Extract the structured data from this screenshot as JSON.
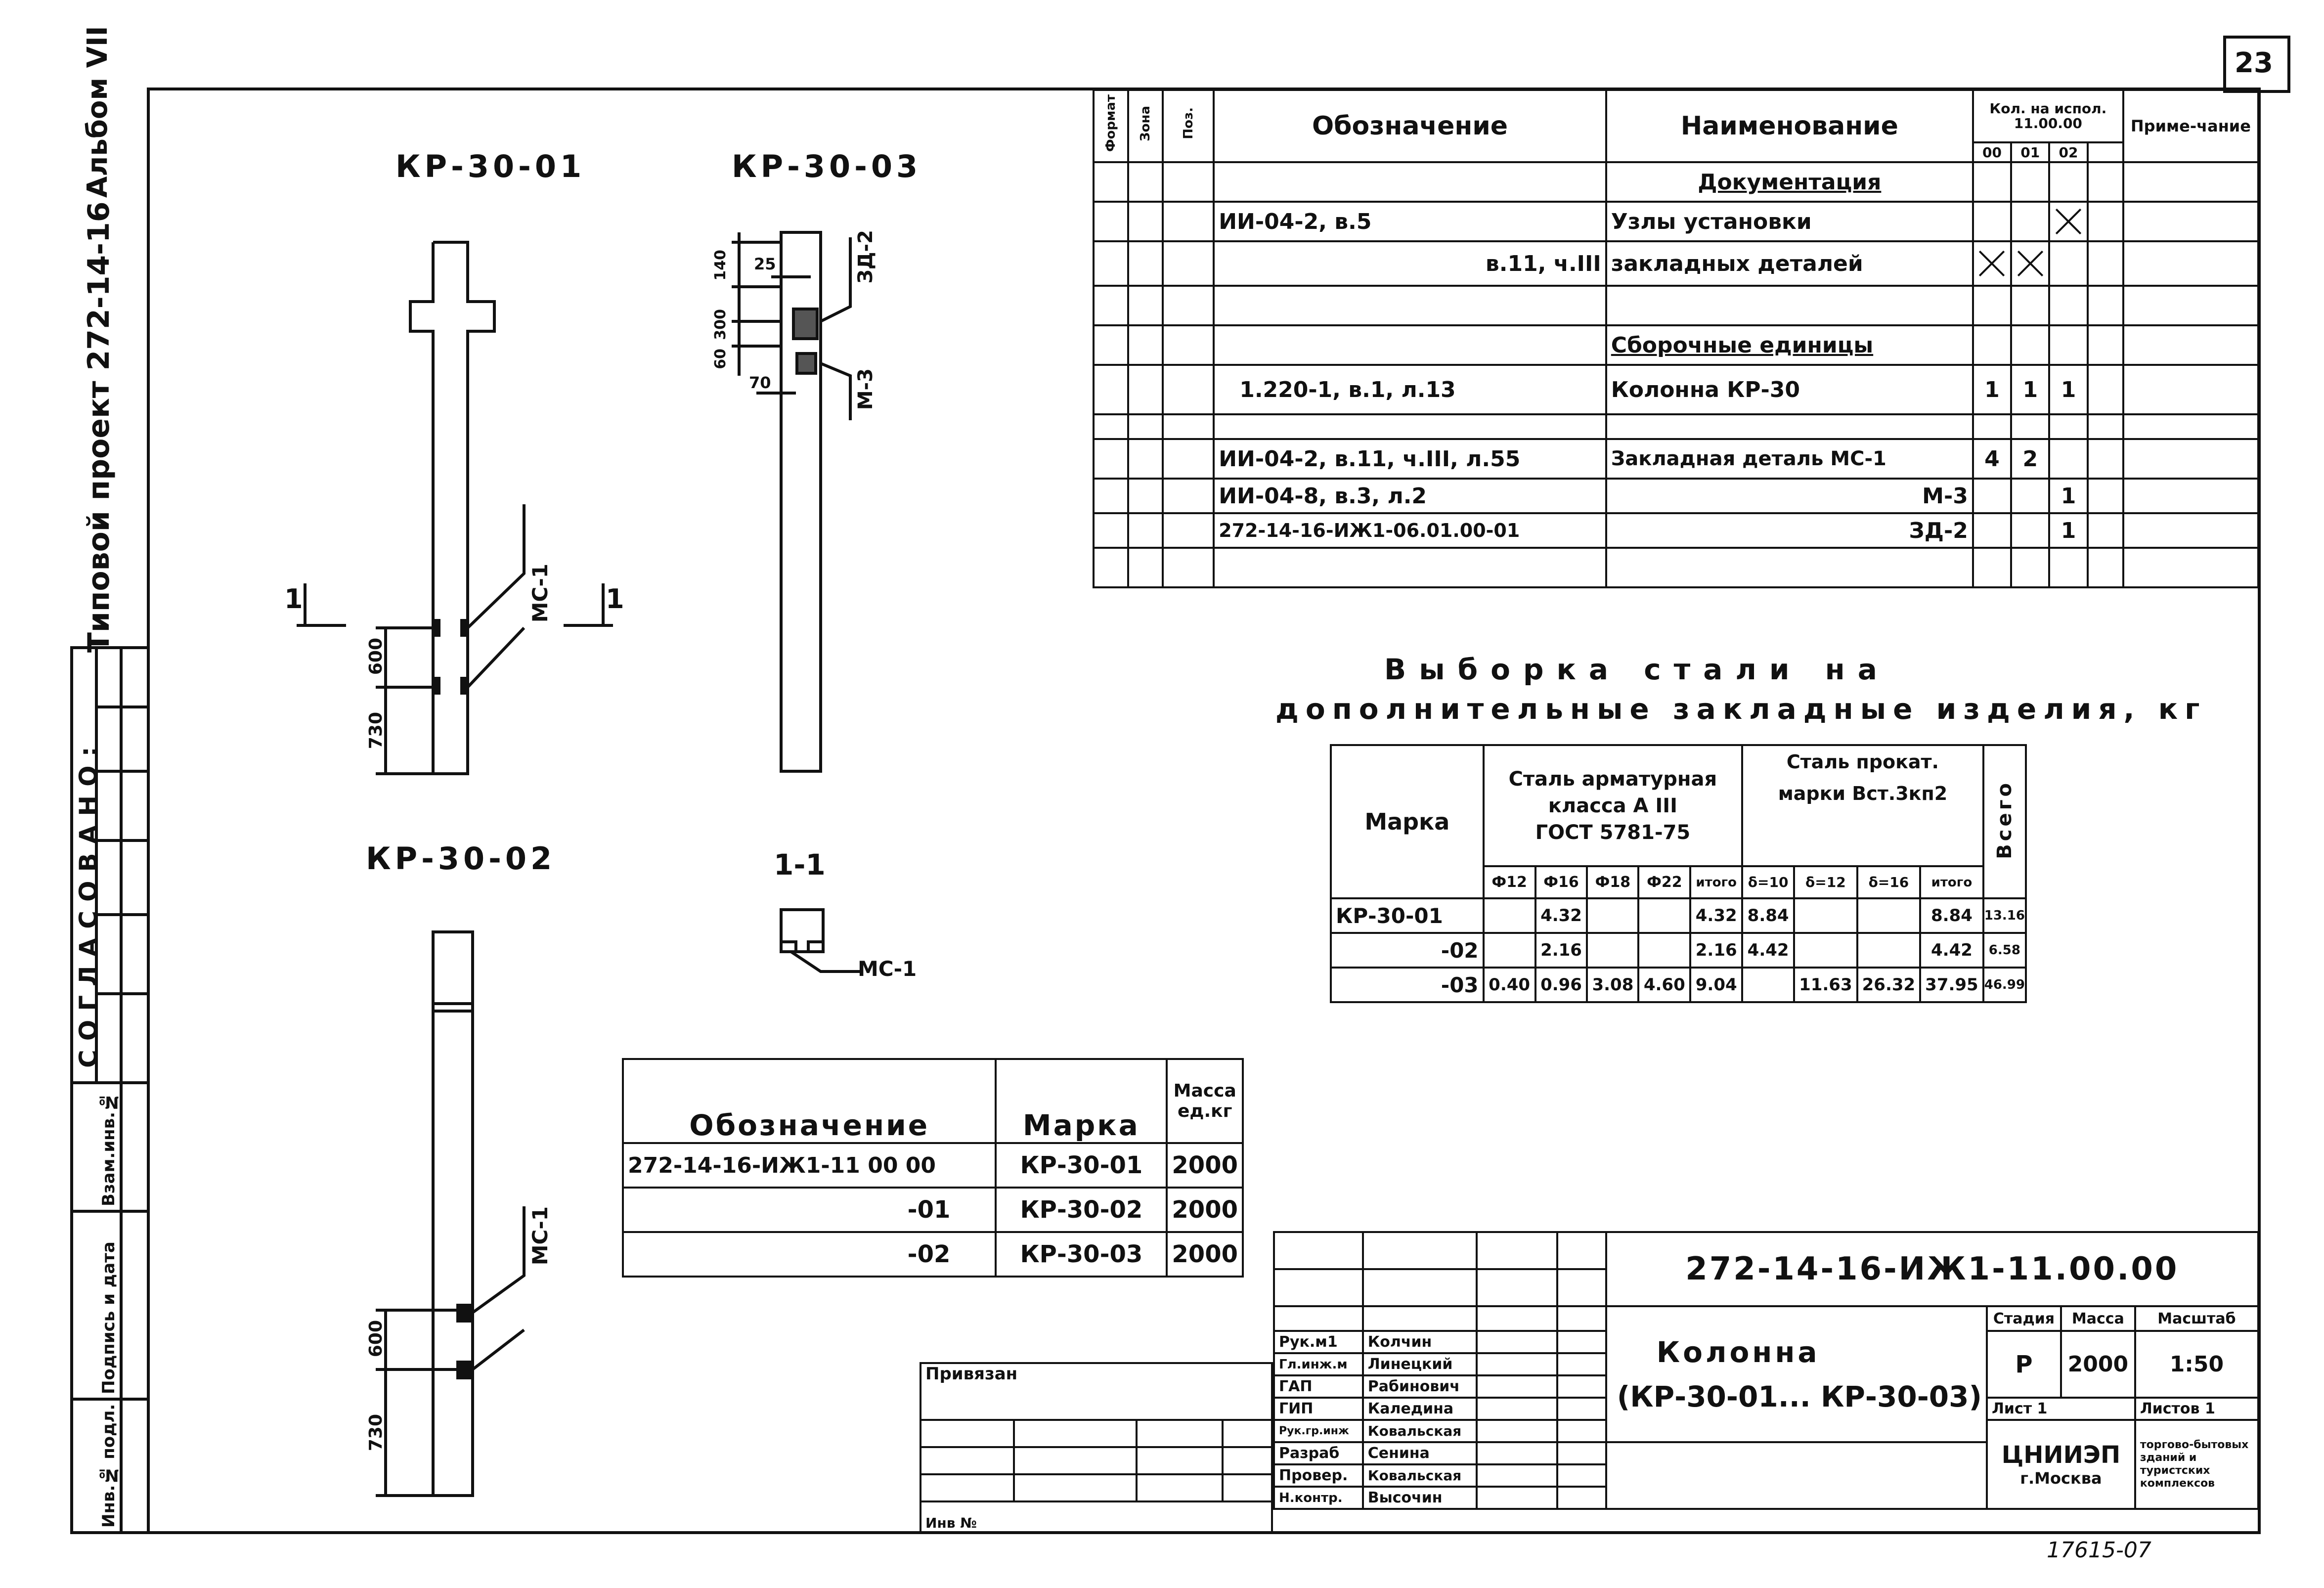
{
  "sheet_number": "23",
  "album_label": "Альбом VII",
  "project_label": "Типовой проект 272-14-16",
  "stamp_left": {
    "agreed": "СОГЛАСОВАНО:",
    "inv_podl": "Инв.№ подл.",
    "sign_date": "Подпись и дата",
    "vzam_inv": "Взам.инв.№"
  },
  "views": {
    "v1": "КР-30-01",
    "v3": "КР-30-03",
    "v2": "КР-30-02",
    "section": "1-1",
    "sec_mark_left": "1",
    "sec_mark_right": "1",
    "mc1_a": "МС-1",
    "mc1_b": "МС-1",
    "mc1_c": "МС-1",
    "zd2": "ЗД-2",
    "m3": "М-3",
    "dim_600_a": "600",
    "dim_730_a": "730",
    "dim_600_b": "600",
    "dim_730_b": "730",
    "dim_25": "25",
    "dim_140": "140",
    "dim_60": "60",
    "dim_300": "300",
    "dim_70": "70"
  },
  "spec": {
    "h_format": "Формат",
    "h_zone": "Зона",
    "h_pos": "Поз.",
    "h_designation": "Обозначение",
    "h_name": "Наименование",
    "h_qty": "Кол. на испол.",
    "h_qty_sub": "11.00.00",
    "h_00": "00",
    "h_01": "01",
    "h_02": "02",
    "h_note": "Приме-чание",
    "rows": [
      {
        "des": "",
        "name": "Документация",
        "q0": "",
        "q1": "",
        "q2": ""
      },
      {
        "des": "ИИ-04-2, в.5",
        "name": "Узлы установки",
        "q0": "",
        "q1": "",
        "q2": "X"
      },
      {
        "des": "в.11, ч.III",
        "name": "закладных деталей",
        "q0": "X",
        "q1": "X",
        "q2": ""
      },
      {
        "des": "",
        "name": "",
        "q0": "",
        "q1": "",
        "q2": ""
      },
      {
        "des": "",
        "name": "Сборочные единицы",
        "q0": "",
        "q1": "",
        "q2": ""
      },
      {
        "des": "1.220-1, в.1, л.13",
        "name": "Колонна КР-30",
        "q0": "1",
        "q1": "1",
        "q2": "1"
      },
      {
        "des": "",
        "name": "",
        "q0": "",
        "q1": "",
        "q2": ""
      },
      {
        "des": "ИИ-04-2, в.11, ч.III, л.55",
        "name": "Закладная деталь МС-1",
        "q0": "4",
        "q1": "2",
        "q2": ""
      },
      {
        "des": "ИИ-04-8, в.3, л.2",
        "name": "М-3",
        "q0": "",
        "q1": "",
        "q2": "1"
      },
      {
        "des": "272-14-16-ИЖ1-06.01.00-01",
        "name": "ЗД-2",
        "q0": "",
        "q1": "",
        "q2": "1"
      },
      {
        "des": "",
        "name": "",
        "q0": "",
        "q1": "",
        "q2": ""
      }
    ]
  },
  "steel": {
    "title1": "Выборка стали на",
    "title2": "дополнительные закладные изделия, кг",
    "h_mark": "Марка",
    "h_rebar_1": "Сталь арматурная",
    "h_rebar_2": "класса А III",
    "h_rebar_3": "ГОСТ 5781-75",
    "h_rolled_1": "Сталь прокат.",
    "h_rolled_2": "марки Вст.3кп2",
    "h_total": "Всего",
    "sub": [
      "Ф12",
      "Ф16",
      "Ф18",
      "Ф22",
      "итого",
      "δ=10",
      "δ=12",
      "δ=16",
      "итого"
    ],
    "rows": [
      {
        "mark": "КР-30-01",
        "v": [
          "",
          "4.32",
          "",
          "",
          "4.32",
          "8.84",
          "",
          "",
          "8.84",
          "13.16"
        ]
      },
      {
        "mark": "-02",
        "v": [
          "",
          "2.16",
          "",
          "",
          "2.16",
          "4.42",
          "",
          "",
          "4.42",
          "6.58"
        ]
      },
      {
        "mark": "-03",
        "v": [
          "0.40",
          "0.96",
          "3.08",
          "4.60",
          "9.04",
          "",
          "11.63",
          "26.32",
          "37.95",
          "46.99"
        ]
      }
    ]
  },
  "marks": {
    "h_designation": "Обозначение",
    "h_mark": "Марка",
    "h_mass": "Масса ед.кг",
    "rows": [
      {
        "des": "272-14-16-ИЖ1-11 00 00",
        "mark": "КР-30-01",
        "mass": "2000"
      },
      {
        "des": "-01",
        "mark": "КР-30-02",
        "mass": "2000"
      },
      {
        "des": "-02",
        "mark": "КР-30-03",
        "mass": "2000"
      }
    ]
  },
  "title_block": {
    "doc_code": "272-14-16-ИЖ1-11.00.00",
    "name_1": "Колонна",
    "name_2": "(КР-30-01... КР-30-03)",
    "privyazan": "Привязан",
    "inv_no": "Инв №",
    "people": [
      {
        "role": "Рук.м1",
        "name": "Колчин"
      },
      {
        "role": "Гл.инж.м",
        "name": "Линецкий"
      },
      {
        "role": "ГАП",
        "name": "Рабинович"
      },
      {
        "role": "ГИП",
        "name": "Каледина"
      },
      {
        "role": "Рук.гр.инж",
        "name": "Ковальская"
      },
      {
        "role": "Разраб",
        "name": "Сенина"
      },
      {
        "role": "Провер.",
        "name": "Ковальская"
      },
      {
        "role": "Н.контр.",
        "name": "Высочин"
      }
    ],
    "h_stage": "Стадия",
    "h_mass": "Масса",
    "h_scale": "Масштаб",
    "stage": "Р",
    "mass": "2000",
    "scale": "1:50",
    "sheet": "Лист 1",
    "sheets": "Листов 1",
    "org": "ЦНИИЭП",
    "city": "г.Москва",
    "org_note": "торгово-бытовых зданий и туристских комплексов"
  },
  "footnote": "17615-07"
}
